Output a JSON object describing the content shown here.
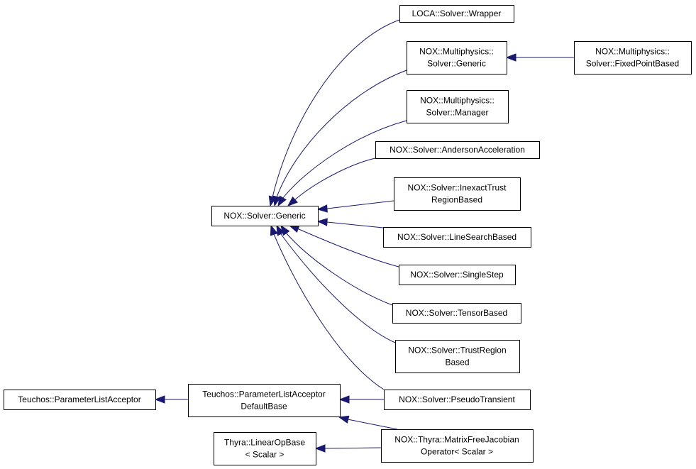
{
  "diagram": {
    "edge_color": "#191970",
    "nodes": {
      "loca_wrapper": [
        "LOCA::Solver::Wrapper"
      ],
      "mp_generic": [
        "NOX::Multiphysics::",
        "Solver::Generic"
      ],
      "mp_fixedpoint": [
        "NOX::Multiphysics::",
        "Solver::FixedPointBased"
      ],
      "mp_manager": [
        "NOX::Multiphysics::",
        "Solver::Manager"
      ],
      "anderson": [
        "NOX::Solver::AndersonAcceleration"
      ],
      "inexact_trust": [
        "NOX::Solver::InexactTrust",
        "RegionBased"
      ],
      "solver_generic": [
        "NOX::Solver::Generic"
      ],
      "line_search": [
        "NOX::Solver::LineSearchBased"
      ],
      "single_step": [
        "NOX::Solver::SingleStep"
      ],
      "tensor_based": [
        "NOX::Solver::TensorBased"
      ],
      "trust_region": [
        "NOX::Solver::TrustRegion",
        "Based"
      ],
      "pseudo_transient": [
        "NOX::Solver::PseudoTransient"
      ],
      "teuchos_pla": [
        "Teuchos::ParameterListAcceptor"
      ],
      "teuchos_plad": [
        "Teuchos::ParameterListAcceptor",
        "DefaultBase"
      ],
      "thyra_linearop": [
        "Thyra::LinearOpBase",
        "< Scalar >"
      ],
      "mfjo": [
        "NOX::Thyra::MatrixFreeJacobian",
        "Operator< Scalar >"
      ]
    },
    "edges": [
      {
        "from": "loca_wrapper",
        "to": "solver_generic"
      },
      {
        "from": "mp_generic",
        "to": "solver_generic"
      },
      {
        "from": "mp_fixedpoint",
        "to": "mp_generic"
      },
      {
        "from": "mp_manager",
        "to": "solver_generic"
      },
      {
        "from": "anderson",
        "to": "solver_generic"
      },
      {
        "from": "inexact_trust",
        "to": "solver_generic"
      },
      {
        "from": "line_search",
        "to": "solver_generic"
      },
      {
        "from": "single_step",
        "to": "solver_generic"
      },
      {
        "from": "tensor_based",
        "to": "solver_generic"
      },
      {
        "from": "trust_region",
        "to": "solver_generic"
      },
      {
        "from": "pseudo_transient",
        "to": "solver_generic"
      },
      {
        "from": "pseudo_transient",
        "to": "teuchos_plad"
      },
      {
        "from": "teuchos_plad",
        "to": "teuchos_pla"
      },
      {
        "from": "mfjo",
        "to": "teuchos_plad"
      },
      {
        "from": "mfjo",
        "to": "thyra_linearop"
      }
    ]
  }
}
